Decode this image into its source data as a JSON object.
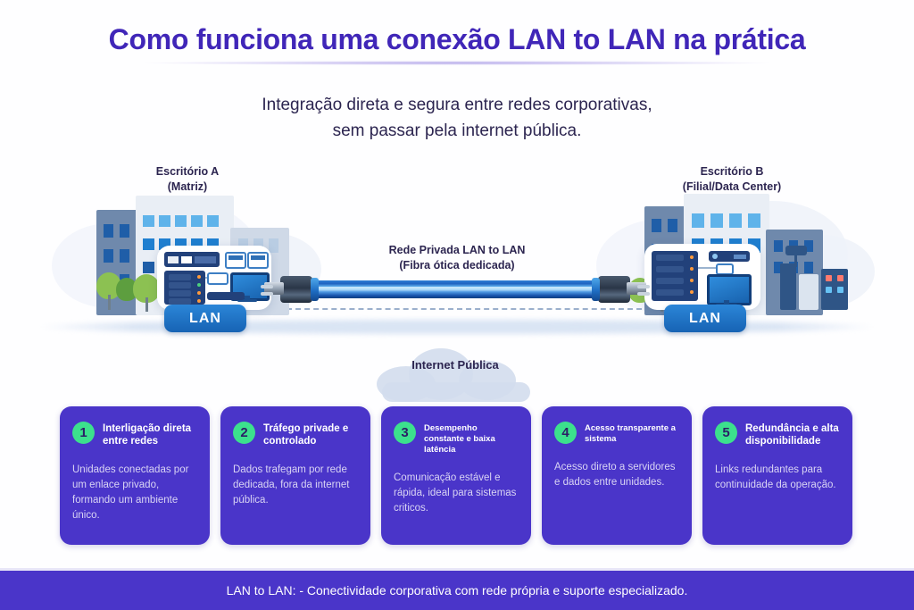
{
  "header": {
    "title": "Como funciona uma conexão LAN to LAN na prática",
    "subtitle_line1": "Integração direta e segura entre redes corporativas,",
    "subtitle_line2": "sem passar pela internet pública."
  },
  "diagram": {
    "office_a": {
      "name": "Escritório A",
      "sub": "(Matriz)",
      "badge": "LAN"
    },
    "office_b": {
      "name": "Escritório B",
      "sub": "(Filial/Data Center)",
      "badge": "LAN"
    },
    "link": {
      "line1": "Rede Privada LAN to LAN",
      "line2": "(Fibra ótica dedicada)"
    },
    "public_cloud_label": "Internet Pública"
  },
  "cards": [
    {
      "number": "1",
      "title": "Interligação direta entre redes",
      "body": "Unidades conectadas por um enlace privado, formando um ambiente único."
    },
    {
      "number": "2",
      "title": "Tráfego privade e controlado",
      "body": "Dados trafegam por rede dedicada, fora da internet pública."
    },
    {
      "number": "3",
      "title": "Desempenho constante e baixa latência",
      "body": " Comunicação estável e rápida, ideal para sistemas criticos."
    },
    {
      "number": "4",
      "title": "Acesso transparente a sistema",
      "body": "Acesso direto a servidores e dados entre unidades."
    },
    {
      "number": "5",
      "title": "Redundância e alta disponibilidade",
      "body": "Links redundantes para continuidade da operação."
    }
  ],
  "footer": {
    "text": "LAN to LAN: - Conectividade corporativa com rede própria e suporte especializado."
  },
  "colors": {
    "title_purple": "#4026b8",
    "card_purple": "#4a35c9",
    "badge_green": "#3ce08d",
    "lan_blue": "#1763b4",
    "text_dark": "#2c2550"
  }
}
